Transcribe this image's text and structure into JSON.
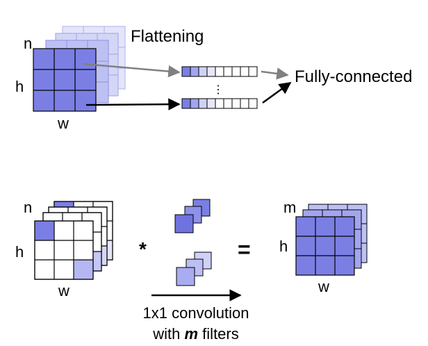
{
  "flattening": {
    "title": "Flattening",
    "label_n": "n",
    "label_h": "h",
    "label_w": "w",
    "dots": "⋮",
    "output": "Fully-connected"
  },
  "conv": {
    "label_n": "n",
    "label_h": "h",
    "label_w": "w",
    "operator": "*",
    "equals": "=",
    "out_m": "m",
    "out_h": "h",
    "out_w": "w",
    "caption_line1": "1x1 convolution",
    "caption_line2_pre": "with ",
    "caption_line2_var": "m",
    "caption_line2_post": " filters"
  },
  "colors": {
    "dark": "#7b7fe3",
    "mid": "#a2a5ee",
    "light": "#cfd1f7",
    "faint": "#e6e7fb",
    "stroke": "#000000",
    "gray_arrow": "#808080"
  }
}
